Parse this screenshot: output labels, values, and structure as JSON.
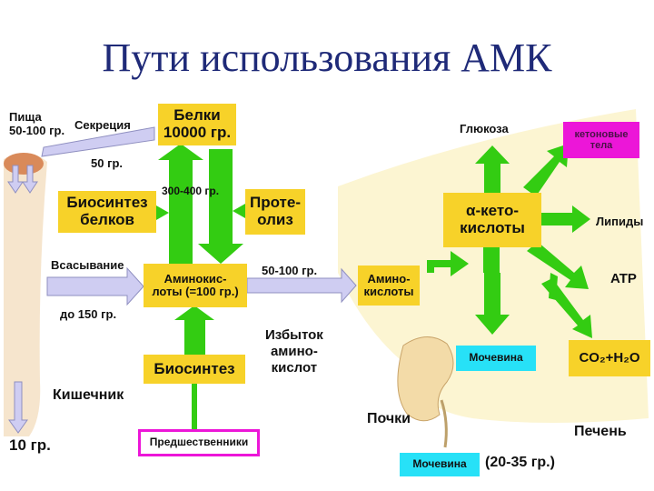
{
  "title": "Пути использования АМК",
  "labels": {
    "food_line1": "Пища",
    "food_line2": "50-100 гр.",
    "secretion": "Секреция",
    "secretion_amount": "50 гр.",
    "proteins_line1": "Белки",
    "proteins_line2": "10000 гр.",
    "protein_synthesis_line1": "Биосинтез",
    "protein_synthesis_line2": "белков",
    "synthesis_rate": "300-400 гр.",
    "proteolysis_line1": "Протe-",
    "proteolysis_line2": "олиз",
    "absorption": "Всасывание",
    "absorption_amount": "до 150 гр.",
    "amino_acids_pool_line1": "Аминокис-",
    "amino_acids_pool_line2": "лоты (=100 гр.)",
    "transport_amount": "50-100 гр.",
    "liver_amino_line1": "Амино-",
    "liver_amino_line2": "кислоты",
    "excess_line1": "Избыток",
    "excess_line2": "амино-",
    "excess_line3": "кислот",
    "biosynthesis": "Биосинтез",
    "intestine": "Кишечник",
    "excretion_amount": "10 гр.",
    "precursors": "Предшественники",
    "glucose": "Глюкоза",
    "ketone_line1": "кетоновые",
    "ketone_line2": "тела",
    "keto_acids_line1": "α-кето-",
    "keto_acids_line2": "кислоты",
    "lipids": "Липиды",
    "atp": "ATP",
    "urea_liver": "Мочевина",
    "co2_h2o": "CO₂+H₂O",
    "kidneys": "Почки",
    "liver": "Печень",
    "urea_urine": "Мочевина",
    "urea_amount": "(20-35 гр.)"
  },
  "colors": {
    "title": "#1f2a78",
    "box_yellow": "#f7d229",
    "arrow_green": "#33cc12",
    "arrow_lavender": "#cfcdf2",
    "liver_fill": "#fcf5d2",
    "intestine_fill": "#f4e0c4",
    "box_magenta": "#ec16d8",
    "box_cyan": "#27e1f7"
  }
}
